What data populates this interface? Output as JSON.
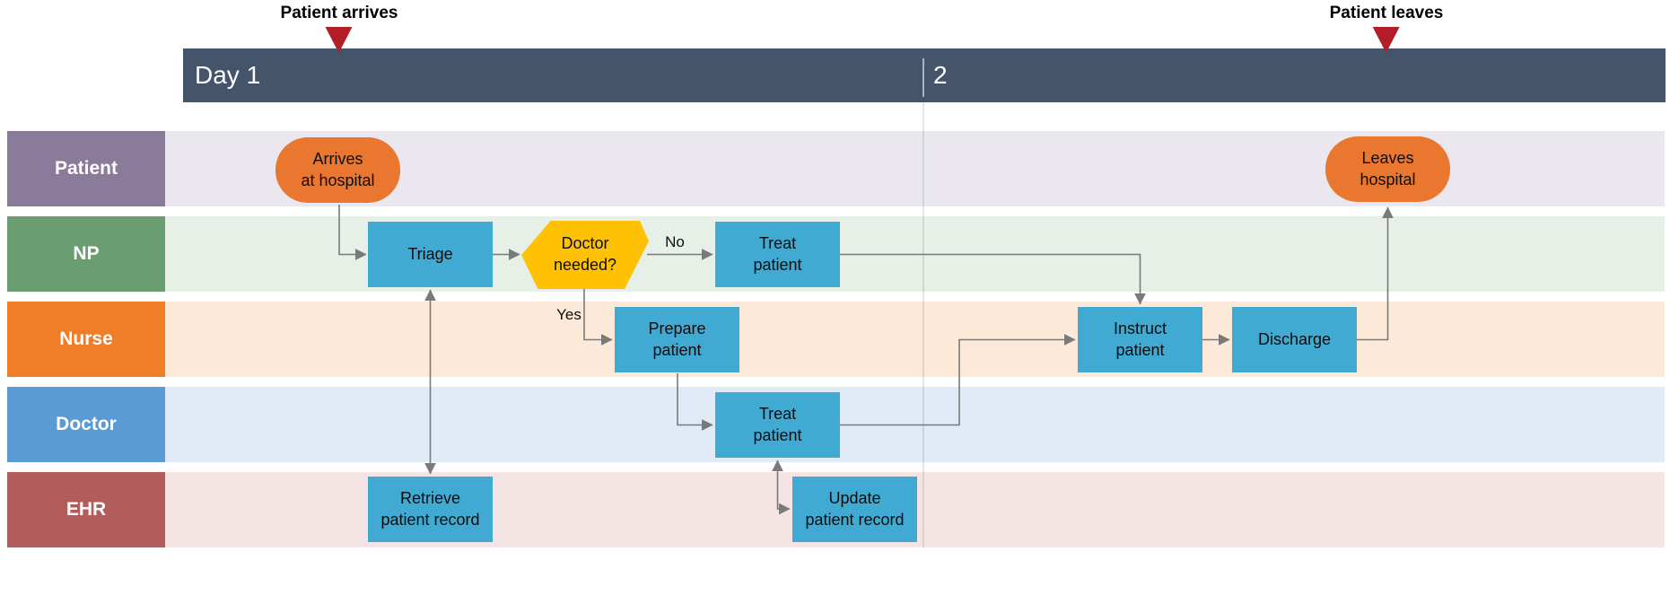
{
  "colors": {
    "header_bg": "#44546a",
    "header_text": "#ffffff",
    "milestone_marker": "#b21e28",
    "milestone_text": "#000000",
    "connector": "#7a7a7a",
    "node_text": "#0d0d0d",
    "process_fill": "#41aad2",
    "decision_fill": "#fec103",
    "terminator_fill": "#e9772f",
    "lane_text": "#ffffff",
    "lane_patient_fill": "#8b7b9b",
    "lane_patient_band": "#eae8ee",
    "lane_np_fill": "#6a9d6f",
    "lane_np_band": "#e6f0e6",
    "lane_nurse_fill": "#f07d27",
    "lane_nurse_band": "#fce9d8",
    "lane_doctor_fill": "#5b9bd5",
    "lane_doctor_band": "#e0ebf7",
    "lane_ehr_fill": "#b25c5c",
    "lane_ehr_band": "#f5e4e4"
  },
  "timeline": {
    "phases": [
      {
        "label": "Day 1"
      },
      {
        "label": "2"
      }
    ],
    "milestones": [
      {
        "label": "Patient arrives"
      },
      {
        "label": "Patient leaves"
      }
    ]
  },
  "lanes": [
    {
      "id": "patient",
      "label": "Patient"
    },
    {
      "id": "np",
      "label": "NP"
    },
    {
      "id": "nurse",
      "label": "Nurse"
    },
    {
      "id": "doctor",
      "label": "Doctor"
    },
    {
      "id": "ehr",
      "label": "EHR"
    }
  ],
  "nodes": [
    {
      "id": "arrives-at-hospital",
      "type": "terminator",
      "lane": "Patient",
      "label": "Arrives\nat hospital"
    },
    {
      "id": "triage",
      "type": "process",
      "lane": "NP",
      "label": "Triage"
    },
    {
      "id": "doctor-needed",
      "type": "decision",
      "lane": "NP",
      "label": "Doctor\nneeded?"
    },
    {
      "id": "treat-patient-np",
      "type": "process",
      "lane": "NP",
      "label": "Treat\npatient"
    },
    {
      "id": "prepare-patient",
      "type": "process",
      "lane": "Nurse",
      "label": "Prepare\npatient"
    },
    {
      "id": "treat-patient-doctor",
      "type": "process",
      "lane": "Doctor",
      "label": "Treat\npatient"
    },
    {
      "id": "instruct-patient",
      "type": "process",
      "lane": "Nurse",
      "label": "Instruct\npatient"
    },
    {
      "id": "discharge",
      "type": "process",
      "lane": "Nurse",
      "label": "Discharge"
    },
    {
      "id": "leaves-hospital",
      "type": "terminator",
      "lane": "Patient",
      "label": "Leaves\nhospital"
    },
    {
      "id": "retrieve-patient-record",
      "type": "process",
      "lane": "EHR",
      "label": "Retrieve\npatient record"
    },
    {
      "id": "update-patient-record",
      "type": "process",
      "lane": "EHR",
      "label": "Update\npatient record"
    }
  ],
  "edge_labels": [
    {
      "label": "No"
    },
    {
      "label": "Yes"
    }
  ]
}
